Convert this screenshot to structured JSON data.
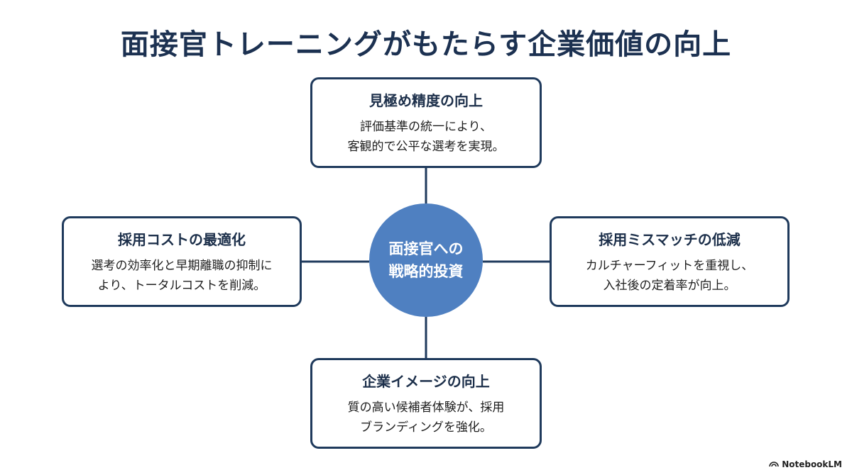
{
  "title": "面接官トレーニングがもたらす企業価値の向上",
  "center": {
    "line1": "面接官への",
    "line2": "戦略的投資"
  },
  "nodes": {
    "top": {
      "heading": "見極め精度の向上",
      "line1": "評価基準の統一により、",
      "line2": "客観的で公平な選考を実現。"
    },
    "left": {
      "heading": "採用コストの最適化",
      "line1": "選考の効率化と早期離職の抑制に",
      "line2": "より、トータルコストを削減。"
    },
    "right": {
      "heading": "採用ミスマッチの低減",
      "line1": "カルチャーフィットを重視し、",
      "line2": "入社後の定着率が向上。"
    },
    "bottom": {
      "heading": "企業イメージの向上",
      "line1": "質の高い候補者体験が、採用",
      "line2": "ブランディングを強化。"
    }
  },
  "brand": {
    "label": "NotebookLM",
    "icon": "notebooklm-logo-icon"
  },
  "colors": {
    "title": "#1c3151",
    "border": "#1f3a5c",
    "center_fill": "#4f80c1",
    "center_text": "#ffffff"
  }
}
